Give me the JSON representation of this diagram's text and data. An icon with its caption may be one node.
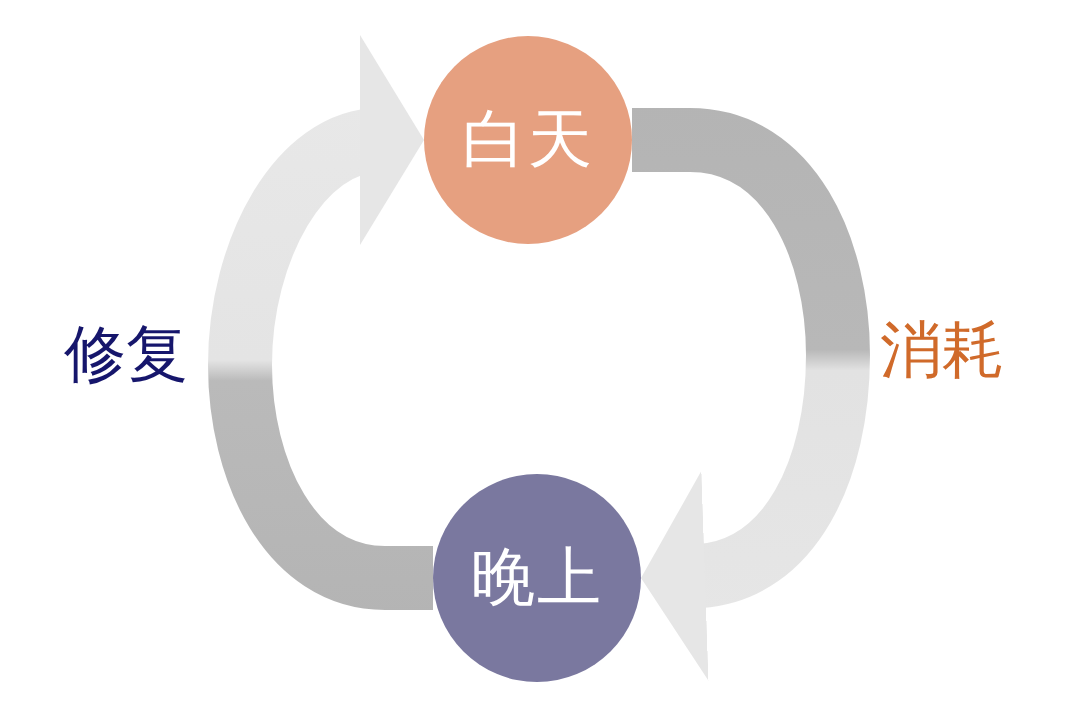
{
  "diagram": {
    "nodes": [
      {
        "text": [
          "白天"
        ]
      },
      {
        "text": [
          "晚上"
        ]
      }
    ],
    "edges": [
      {
        "from": 0,
        "to": 1,
        "arrow": "to",
        "label": "消耗"
      },
      {
        "from": 1,
        "to": 0,
        "arrow": "to",
        "label": "修复"
      }
    ]
  }
}
